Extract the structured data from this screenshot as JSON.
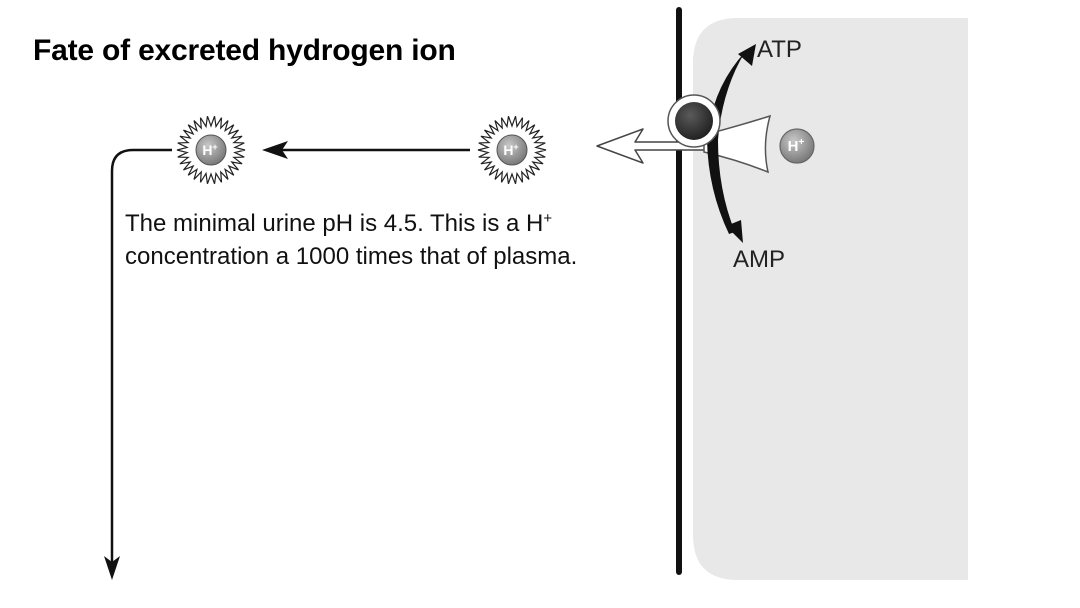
{
  "title": "Fate of excreted hydrogen ion",
  "caption": {
    "line1_text": "The minimal urine pH is 4.5. This is a H",
    "line1_sup": "+",
    "line2": "concentration a 1000 times that of plasma."
  },
  "pump": {
    "atp_label": "ATP",
    "amp_label": "AMP"
  },
  "ions": {
    "label": "H",
    "charge": "+"
  },
  "colors": {
    "cell_fill": "#e8e8e8",
    "membrane": "#111111",
    "ion_fill": "#8a8a8a",
    "pump_core": "#3a3a3a"
  }
}
